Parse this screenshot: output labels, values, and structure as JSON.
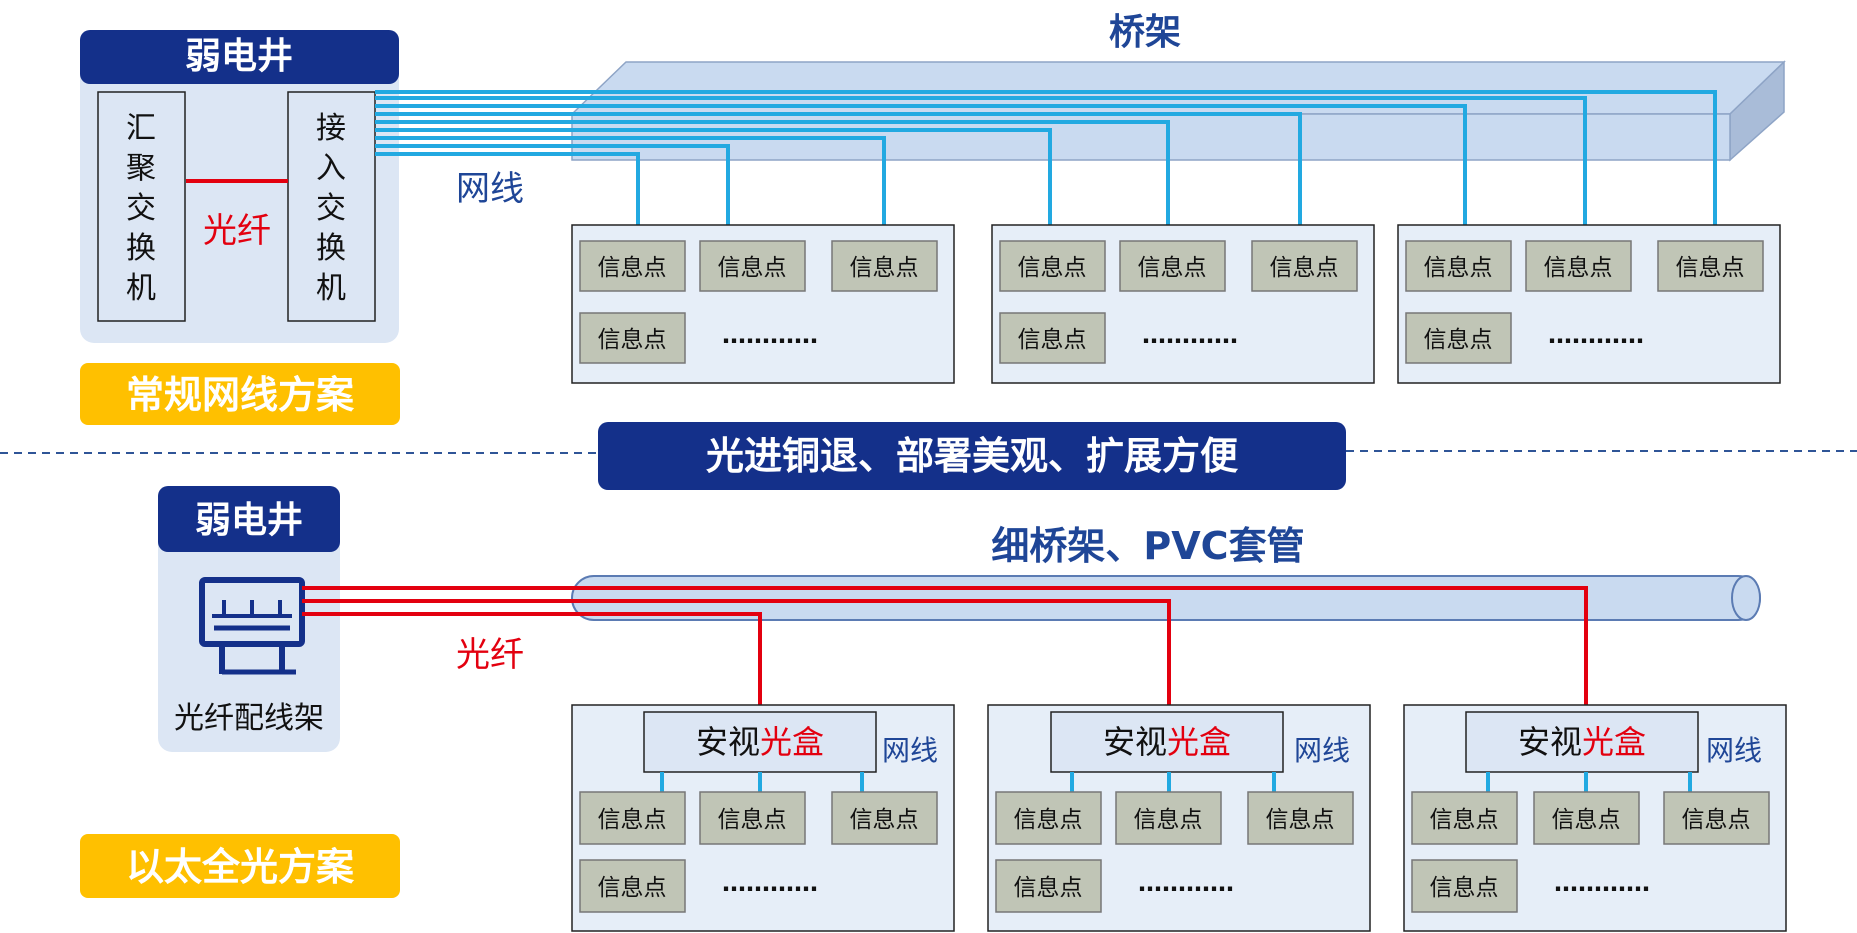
{
  "colors": {
    "navy": "#14308A",
    "yellow": "#FFC000",
    "panel": "#DCE6F4",
    "tray": "#C9DAF0",
    "tray_side": "#A9BCD8",
    "blue_line": "#22A9E1",
    "red": "#E3000F",
    "info_box": "#C0C5B6",
    "box_bg": "#E6EEF8",
    "title_blue": "#1F4697"
  },
  "top": {
    "shaft_title": "弱电井",
    "aggregation_switch": [
      "汇",
      "聚",
      "交",
      "换",
      "机"
    ],
    "access_switch": [
      "接",
      "入",
      "交",
      "换",
      "机"
    ],
    "fiber_label": "光纤",
    "tray_title": "桥架",
    "cable_label": "网线",
    "scheme_label": "常规网线方案",
    "zones": [
      {
        "points": [
          "信息点",
          "信息点",
          "信息点",
          "信息点"
        ],
        "more": "…………"
      },
      {
        "points": [
          "信息点",
          "信息点",
          "信息点",
          "信息点"
        ],
        "more": "…………"
      },
      {
        "points": [
          "信息点",
          "信息点",
          "信息点",
          "信息点"
        ],
        "more": "…………"
      }
    ]
  },
  "banner": "光进铜退、部署美观、扩展方便",
  "bottom": {
    "shaft_title": "弱电井",
    "odf_icon": "fiber-distribution-frame-icon",
    "odf_label": "光纤配线架",
    "fiber_label": "光纤",
    "tray_title": "细桥架、PVC套管",
    "scheme_label": "以太全光方案",
    "zones": [
      {
        "box_prefix": "安视",
        "box_suffix": "光盒",
        "cable": "网线",
        "points": [
          "信息点",
          "信息点",
          "信息点",
          "信息点"
        ],
        "more": "…………"
      },
      {
        "box_prefix": "安视",
        "box_suffix": "光盒",
        "cable": "网线",
        "points": [
          "信息点",
          "信息点",
          "信息点",
          "信息点"
        ],
        "more": "…………"
      },
      {
        "box_prefix": "安视",
        "box_suffix": "光盒",
        "cable": "网线",
        "points": [
          "信息点",
          "信息点",
          "信息点",
          "信息点"
        ],
        "more": "…………"
      }
    ]
  }
}
